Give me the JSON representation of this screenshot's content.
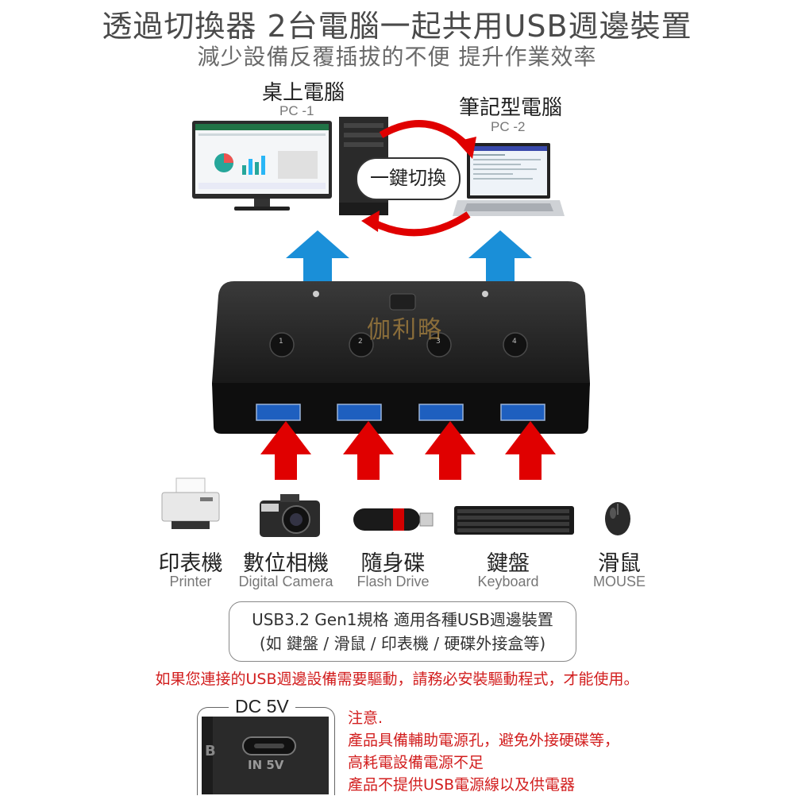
{
  "title": "透過切換器  2台電腦一起共用USB週邊裝置",
  "subtitle": "減少設備反覆插拔的不便  提升作業效率",
  "pc1": {
    "label": "桌上電腦",
    "sub": "PC -1"
  },
  "pc2": {
    "label": "筆記型電腦",
    "sub": "PC -2"
  },
  "switch_label": "一鍵切換",
  "brand_logo": "伽利略",
  "hub_buttons": [
    "1",
    "2",
    "3",
    "4"
  ],
  "devices": [
    {
      "name": "印表機",
      "sub": "Printer",
      "icon": "printer-icon"
    },
    {
      "name": "數位相機",
      "sub": "Digital Camera",
      "icon": "camera-icon"
    },
    {
      "name": "隨身碟",
      "sub": "Flash Drive",
      "icon": "flash-drive-icon"
    },
    {
      "name": "鍵盤",
      "sub": "Keyboard",
      "icon": "keyboard-icon"
    },
    {
      "name": "滑鼠",
      "sub": "MOUSE",
      "icon": "mouse-icon"
    }
  ],
  "spec": {
    "line1": "USB3.2 Gen1規格 適用各種USB週邊裝置",
    "line2": "(如 鍵盤 / 滑鼠 / 印表機 / 硬碟外接盒等)"
  },
  "warning": "如果您連接的USB週邊設備需要驅動，請務必安裝驅動程式，才能使用。",
  "dc": {
    "label": "DC 5V",
    "port_text": "IN 5V",
    "port_letter": "B"
  },
  "notes": {
    "title": "注意.",
    "lines": [
      "產品具備輔助電源孔，避免外接硬碟等，",
      "高耗電設備電源不足",
      "產品不提供USB電源線以及供電器"
    ]
  },
  "colors": {
    "blue_arrow": "#1a8fd8",
    "red_arrow": "#e00000",
    "warning_text": "#d21e1e"
  }
}
